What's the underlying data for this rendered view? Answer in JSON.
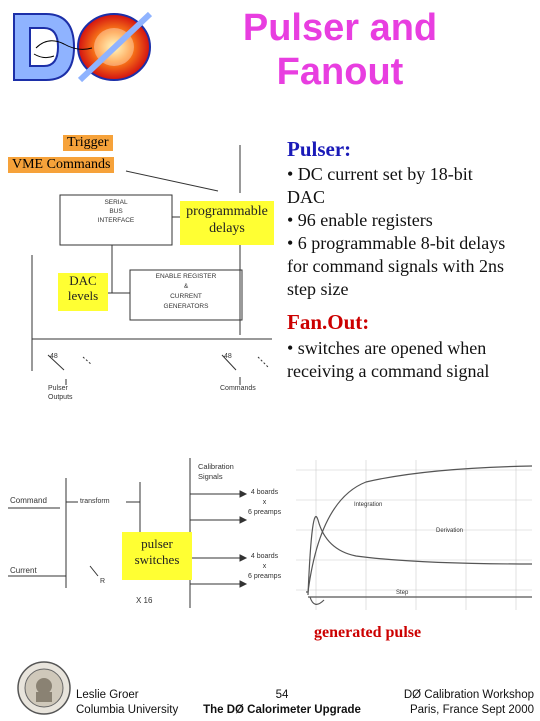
{
  "header": {
    "title_line1": "Pulser and",
    "title_line2": "Fanout",
    "logo_text": "DØ"
  },
  "diagram_top": {
    "trigger": "Trigger",
    "vme": "VME Commands",
    "serial_bus": [
      "SERIAL",
      "BUS",
      "INTERFACE"
    ],
    "programmable_delays": [
      "programmable",
      "delays"
    ],
    "enable_register": [
      "ENABLE REGISTER",
      "&",
      "CURRENT",
      "GENERATORS"
    ],
    "dac_levels": [
      "DAC",
      "levels"
    ],
    "num_48_left": "48",
    "num_48_right": "48",
    "pulser_outputs": [
      "Pulser",
      "Outputs"
    ],
    "commands": "Commands"
  },
  "text": {
    "pulser_heading": "Pulser:",
    "pulser_bullets": [
      "• DC current set by 18-bit",
      "DAC",
      "• 96 enable registers",
      "• 6 programmable 8-bit delays",
      "for command signals with 2ns",
      "step size"
    ],
    "fanout_heading": "Fan.Out:",
    "fanout_bullets": [
      "• switches are opened when",
      "receiving a command signal"
    ]
  },
  "diagram_bottom": {
    "calibration_signals": [
      "Calibration",
      "Signals"
    ],
    "command": "Command",
    "transform": "transform",
    "boards_top": [
      "4 boards",
      "x",
      "6 preamps"
    ],
    "pulser_switches": [
      "pulser",
      "switches"
    ],
    "current": "Current",
    "boards_bottom": [
      "4 boards",
      "x",
      "6 preamps"
    ],
    "r": "R",
    "x16": "X 16"
  },
  "graph": {
    "integration": "Integration",
    "derivative": "Derivation",
    "step": "Step",
    "caption": "generated pulse"
  },
  "footer": {
    "author": "Leslie Groer",
    "institution": "Columbia University",
    "page": "54",
    "talk": "The DØ Calorimeter Upgrade",
    "event": "DØ Calibration Workshop",
    "place": "Paris, France Sept 2000"
  },
  "colors": {
    "title": "#e83ee0",
    "heading_blue": "#1a1ab8",
    "heading_red": "#cc0000",
    "highlight_yellow": "#ffff33",
    "tag_orange": "#f6a23a"
  }
}
